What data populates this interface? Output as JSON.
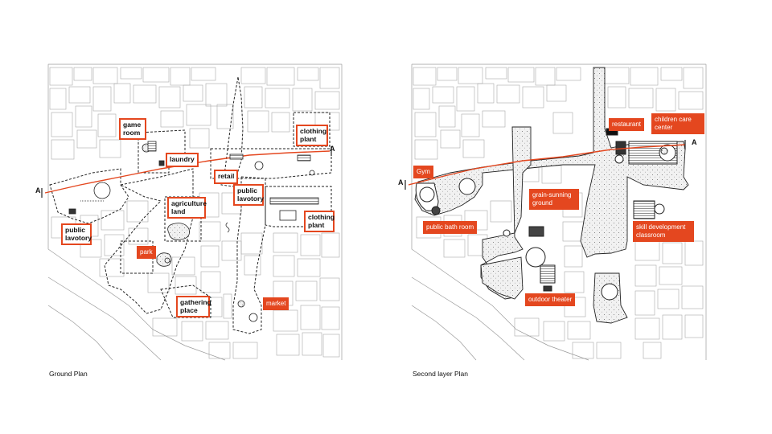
{
  "colors": {
    "accent": "#e4471f",
    "line": "#9a9a9a",
    "dark": "#222222"
  },
  "ground_plan": {
    "caption": "Ground Plan",
    "section_marker": "A",
    "labels": {
      "game_room": "game room",
      "laundry": "laundry",
      "retail": "retail",
      "clothing_plant_top": "clothing plant",
      "public_lavatory_center": "public lavotory",
      "agriculture_land": "agriculture land",
      "clothing_plant_right": "clothing plant",
      "public_lavatory_left": "public lavotory",
      "park": "park",
      "gathering_place": "gathering place",
      "market": "market"
    }
  },
  "second_plan": {
    "caption": "Second layer Plan",
    "section_marker": "A",
    "labels": {
      "gym": "Gym",
      "restaurant": "restaurant",
      "children_care_center": "children care center",
      "grain_sunning_ground": "grain-sunning ground",
      "public_bath_room": "public bath room",
      "skill_development_classroom": "skill development classroom",
      "outdoor_theater": "outdoor theater"
    }
  }
}
